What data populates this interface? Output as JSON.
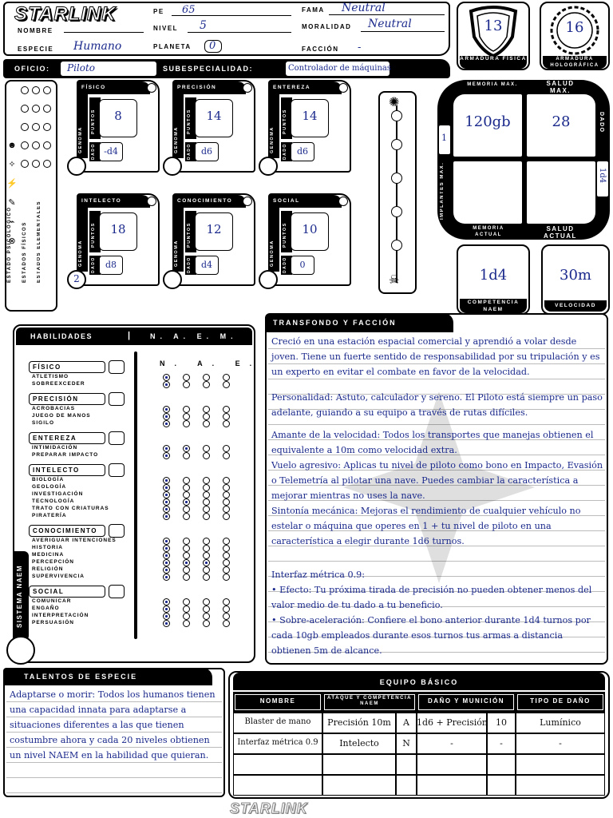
{
  "header": {
    "logo": "STARLINK",
    "labels": {
      "name": "NOMBRE",
      "xp": "PE",
      "level": "NIVEL",
      "planet": "PLANETA",
      "fame": "FAMA",
      "morality": "MORALIDAD",
      "species": "ESPECIE",
      "faction": "FACCIÓN",
      "office": "OFICIO:",
      "subspecialty": "SUBESPECIALIDAD:"
    },
    "values": {
      "xp": "65",
      "level": "5",
      "planet": "0",
      "fame": "Neutral",
      "morality": "Neutral",
      "species": "Humano",
      "faction": "-",
      "office": "Piloto",
      "subspecialty": "Controlador de máquinas"
    }
  },
  "armor": {
    "physical": {
      "value": "13",
      "label": "ARMADURA FÍSICA"
    },
    "holo": {
      "value": "16",
      "label": "ARMADURA HOLOGRÁFICA"
    }
  },
  "attributes": [
    {
      "name": "FÍSICO",
      "points": "8",
      "dice": "-d4",
      "bonus": ""
    },
    {
      "name": "PRECISIÓN",
      "points": "14",
      "dice": "d6",
      "bonus": ""
    },
    {
      "name": "ENTEREZA",
      "points": "14",
      "dice": "d6",
      "bonus": ""
    },
    {
      "name": "INTELECTO",
      "points": "18",
      "dice": "d8",
      "bonus": "2"
    },
    {
      "name": "CONOCIMIENTO",
      "points": "12",
      "dice": "d4",
      "bonus": ""
    },
    {
      "name": "SOCIAL",
      "points": "10",
      "dice": "0",
      "bonus": ""
    }
  ],
  "attr_labels": {
    "points": "PUNTOS",
    "dice": "DADO",
    "bonus": "GENOMA"
  },
  "status": {
    "psych": "ESTADO PSICOLÓGICO",
    "physical": "ESTADOS FÍSICOS",
    "elemental": "ESTADOS ELEMENTALES"
  },
  "stats": {
    "memory_max": {
      "label": "MEMORIA MAX.",
      "value": "120gb"
    },
    "health_max": {
      "label": "SALUD MAX.",
      "value": "28"
    },
    "memory_current": {
      "label": "MEMORIA ACTUAL",
      "value": ""
    },
    "health_current": {
      "label": "SALUD ACTUAL",
      "value": ""
    },
    "implants": {
      "label": "IMPLANTES MAX.",
      "value": "1"
    },
    "die": {
      "label": "DADO",
      "value": "1d4"
    },
    "competence": {
      "label": "COMPETENCIA NAEM",
      "value": "1d4"
    },
    "speed": {
      "label": "VELOCIDAD",
      "value": "30m"
    }
  },
  "skills": {
    "title": "HABILIDADES",
    "cols": "N. A. E. M.",
    "system": "SISTEMA NAEM",
    "groups": [
      {
        "name": "FÍSICO",
        "items": [
          "ATLETISMO",
          "SOBREEXCEDER"
        ]
      },
      {
        "name": "PRECISIÓN",
        "items": [
          "ACROBACIAS",
          "JUEGO DE MANOS",
          "SIGILO"
        ]
      },
      {
        "name": "ENTEREZA",
        "items": [
          "INTIMIDACIÓN",
          "PREPARAR IMPACTO"
        ]
      },
      {
        "name": "INTELECTO",
        "items": [
          "BIOLOGÍA",
          "GEOLOGÍA",
          "INVESTIGACIÓN",
          "TECNOLOGÍA",
          "TRATO CON CRIATURAS",
          "PIRATERÍA"
        ]
      },
      {
        "name": "CONOCIMIENTO",
        "items": [
          "AVERIGUAR INTENCIONES",
          "HISTORIA",
          "MEDICINA",
          "PERCEPCIÓN",
          "RELIGIÓN",
          "SUPERVIVENCIA"
        ]
      },
      {
        "name": "SOCIAL",
        "items": [
          "COMUNICAR",
          "ENGAÑO",
          "INTERPRETACIÓN",
          "PERSUASIÓN"
        ]
      }
    ]
  },
  "background": {
    "title": "TRANSFONDO Y FACCIÓN",
    "p1": "Creció en una estación espacial comercial y aprendió a volar desde joven. Tiene un fuerte sentido de responsabilidad por su tripulación y es un experto en evitar el combate en favor de la velocidad.",
    "p2": "Personalidad: Astuto, calculador y sereno. El Piloto está siempre un paso adelante, guiando a su equipo a través de rutas difíciles.",
    "p3": "Amante de la velocidad: Todos los transportes que manejas obtienen el equivalente a 10m como velocidad extra.",
    "p4": "Vuelo agresivo: Aplicas tu nivel de piloto como bono en Impacto, Evasión o Telemetría al pilotar una nave. Puedes cambiar la característica a mejorar mientras no uses la nave.",
    "p5": "Sintonía mecánica: Mejoras el rendimiento de cualquier vehículo no estelar o máquina que operes en 1 + tu nivel de piloto en una característica a elegir durante 1d6 turnos.",
    "p6": "Interfaz métrica 0.9:",
    "p7": "• Efecto: Tu próxima tirada de precisión no pueden obtener menos del valor medio  de tu dado a tu beneficio.",
    "p8": "• Sobre-aceleración: Confiere el bono anterior durante 1d4 turnos por cada 10gb empleados durante esos turnos tus armas a distancia obtienen 5m de alcance."
  },
  "talents": {
    "title": "TALENTOS DE ESPECIE",
    "text": "Adaptarse o morir: Todos los humanos tienen una capacidad innata para adaptarse a situaciones diferentes a las que tienen costumbre ahora y cada 20 niveles obtienen un nivel NAEM en la habilidad que quieran."
  },
  "equipment": {
    "title": "EQUIPO BÁSICO",
    "headers": [
      "NOMBRE",
      "ATAQUE Y COMPETENCIA NAEM",
      "DAÑO Y MUNICIÓN",
      "TIPO DE DAÑO"
    ],
    "rows": [
      {
        "name": "Blaster de mano",
        "attack": "Precisión 10m",
        "naem": "A",
        "damage": "1d6 + Precisión",
        "ammo": "10",
        "type": "Lumínico"
      },
      {
        "name": "Interfaz métrica 0.9",
        "attack": "Intelecto",
        "naem": "N",
        "damage": "-",
        "ammo": "-",
        "type": "-"
      }
    ]
  },
  "footer": {
    "logo": "STARLINK"
  }
}
